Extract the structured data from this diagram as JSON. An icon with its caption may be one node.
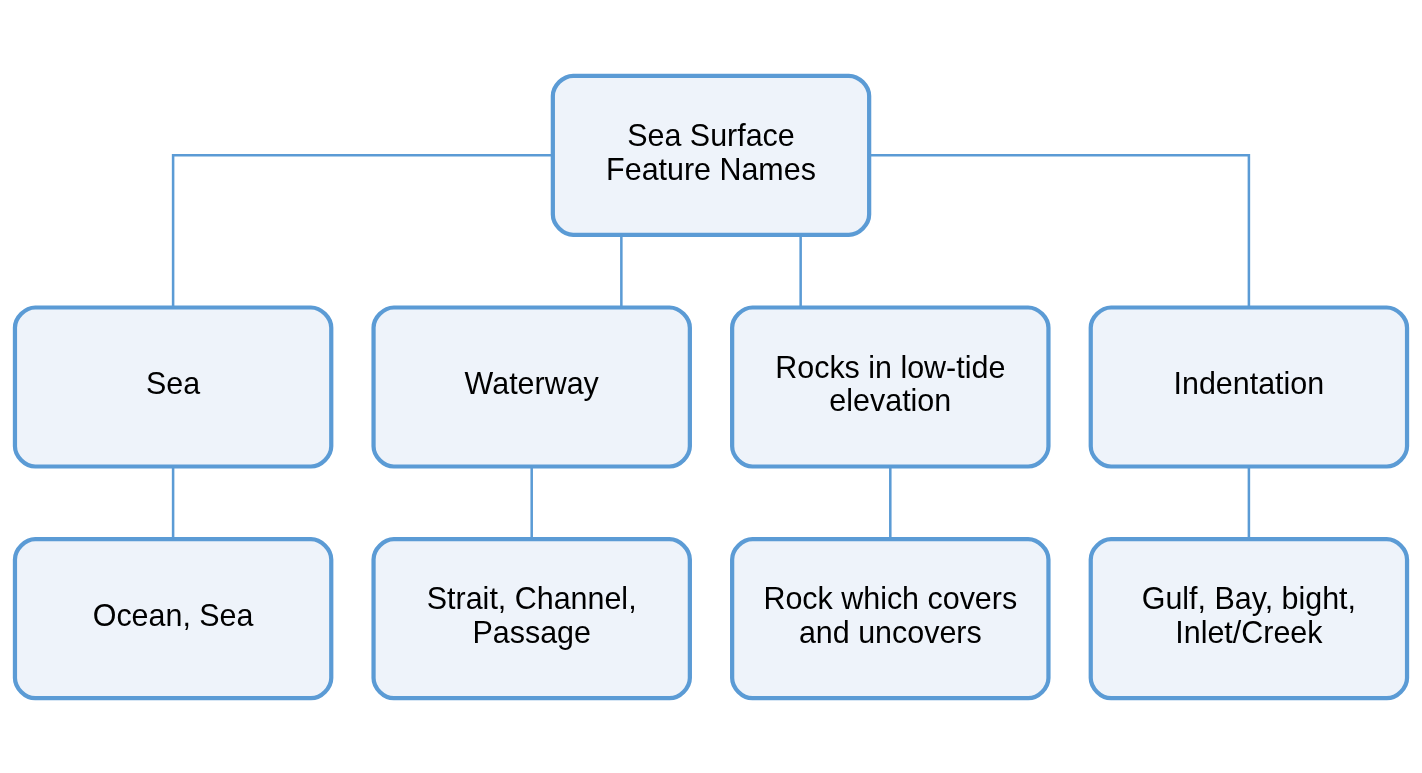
{
  "diagram": {
    "nodes": [
      {
        "text": [
          "Sea Surface Feature Names"
        ]
      },
      {
        "text": [
          "Sea"
        ]
      },
      {
        "text": [
          "Waterway"
        ]
      },
      {
        "text": [
          "Rocks in low-tide elevation"
        ]
      },
      {
        "text": [
          "Indentation"
        ]
      },
      {
        "text": [
          "Ocean, Sea"
        ]
      },
      {
        "text": [
          "Strait, Channel, Passage"
        ]
      },
      {
        "text": [
          "Rock which covers and uncovers"
        ]
      },
      {
        "text": [
          "Gulf, Bay, bight, Inlet/Creek"
        ]
      }
    ],
    "edges": [
      {
        "from": 0,
        "to": 1,
        "arrow": "none"
      },
      {
        "from": 0,
        "to": 2,
        "arrow": "none"
      },
      {
        "from": 0,
        "to": 3,
        "arrow": "none"
      },
      {
        "from": 0,
        "to": 4,
        "arrow": "none"
      },
      {
        "from": 1,
        "to": 5,
        "arrow": "none"
      },
      {
        "from": 2,
        "to": 6,
        "arrow": "none"
      },
      {
        "from": 3,
        "to": 7,
        "arrow": "none"
      },
      {
        "from": 4,
        "to": 8,
        "arrow": "none"
      }
    ]
  }
}
